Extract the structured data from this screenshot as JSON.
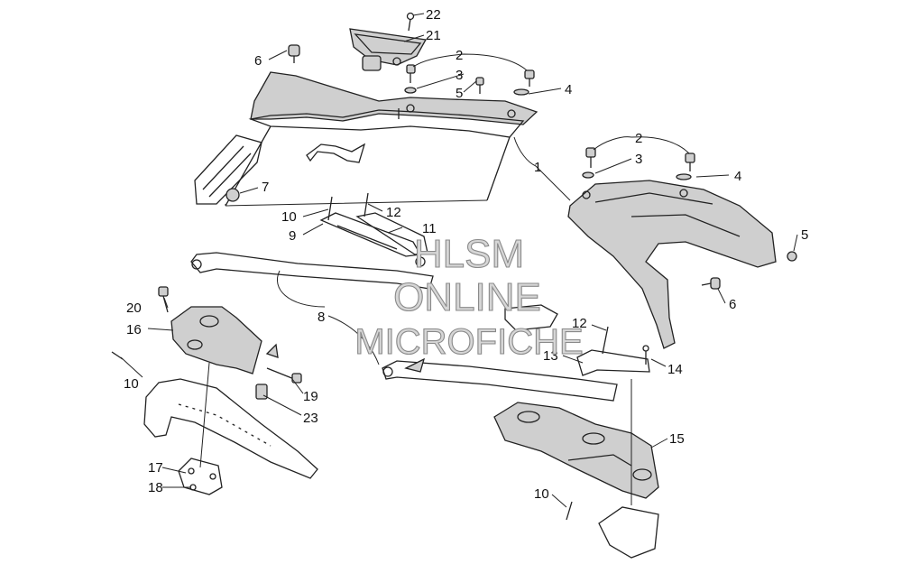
{
  "diagram": {
    "callouts": [
      {
        "id": "c22",
        "label": "22"
      },
      {
        "id": "c21",
        "label": "21"
      },
      {
        "id": "c2a",
        "label": "2"
      },
      {
        "id": "c3a",
        "label": "3"
      },
      {
        "id": "c5a",
        "label": "5"
      },
      {
        "id": "c4a",
        "label": "4"
      },
      {
        "id": "c6a",
        "label": "6"
      },
      {
        "id": "c7",
        "label": "7"
      },
      {
        "id": "c1",
        "label": "1"
      },
      {
        "id": "c2b",
        "label": "2"
      },
      {
        "id": "c3b",
        "label": "3"
      },
      {
        "id": "c4b",
        "label": "4"
      },
      {
        "id": "c5b",
        "label": "5"
      },
      {
        "id": "c6b",
        "label": "6"
      },
      {
        "id": "c10a",
        "label": "10"
      },
      {
        "id": "c9",
        "label": "9"
      },
      {
        "id": "c12a",
        "label": "12"
      },
      {
        "id": "c11",
        "label": "11"
      },
      {
        "id": "c20",
        "label": "20"
      },
      {
        "id": "c16",
        "label": "16"
      },
      {
        "id": "c10b",
        "label": "10"
      },
      {
        "id": "c8",
        "label": "8"
      },
      {
        "id": "c12b",
        "label": "12"
      },
      {
        "id": "c13",
        "label": "13"
      },
      {
        "id": "c14",
        "label": "14"
      },
      {
        "id": "c19",
        "label": "19"
      },
      {
        "id": "c23",
        "label": "23"
      },
      {
        "id": "c15",
        "label": "15"
      },
      {
        "id": "c17",
        "label": "17"
      },
      {
        "id": "c18",
        "label": "18"
      },
      {
        "id": "c10c",
        "label": "10"
      }
    ]
  },
  "watermark": {
    "line1": "HLSM",
    "line2": "ONLINE",
    "line3": "MICROFICHE"
  }
}
